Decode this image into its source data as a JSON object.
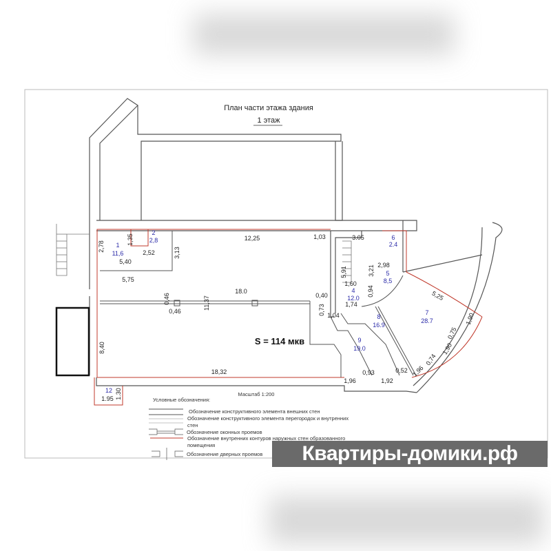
{
  "title": {
    "line1": "План части этажа здания",
    "line2": "1 этаж"
  },
  "area": "S = 114 мкв",
  "scale": "Масштаб 1:200",
  "rooms": [
    {
      "num": "1",
      "area": "11,6"
    },
    {
      "num": "2",
      "area": "2,8"
    },
    {
      "num": "4",
      "area": "12.0"
    },
    {
      "num": "5",
      "area": "8,5"
    },
    {
      "num": "6",
      "area": "2.4"
    },
    {
      "num": "7",
      "area": "28.7"
    },
    {
      "num": "8",
      "area": "16.9"
    },
    {
      "num": "9",
      "area": "19.0"
    },
    {
      "num": "12",
      "area": ""
    }
  ],
  "dims": [
    "2,78",
    "1,35",
    "2,52",
    "5,40",
    "3,13",
    "12,25",
    "1,03",
    "5,75",
    "18.0",
    "0,40",
    "0,46",
    "0,46",
    "11,37",
    "0,73",
    "1,04",
    "3.05",
    "2,98",
    "3,21",
    "5,91",
    "1,60",
    "0,94",
    "1,74",
    "5,25",
    "1,90",
    "0,75",
    "1,90",
    "0,74",
    "1,96",
    "0,52",
    "1,92",
    "0,93",
    "1,96",
    "18,32",
    "8,40",
    "1.95",
    "1.30"
  ],
  "legend": {
    "title": "Условные обозначения:",
    "items": [
      "Обозначение конструктивного элемента внешних стен",
      "Обозначение конструктивного элемента перегородок и внутренних",
      "стен",
      "Обозначение оконных проемов",
      "Обозначение внутренних контуров наружных стен образованного",
      "помещения",
      "Обозначение дверных проемов"
    ]
  },
  "watermark": "Квартиры-домики.рф",
  "colors": {
    "contour": "#c0392b",
    "room_label": "#2a2aa8",
    "wall": "#444444"
  }
}
